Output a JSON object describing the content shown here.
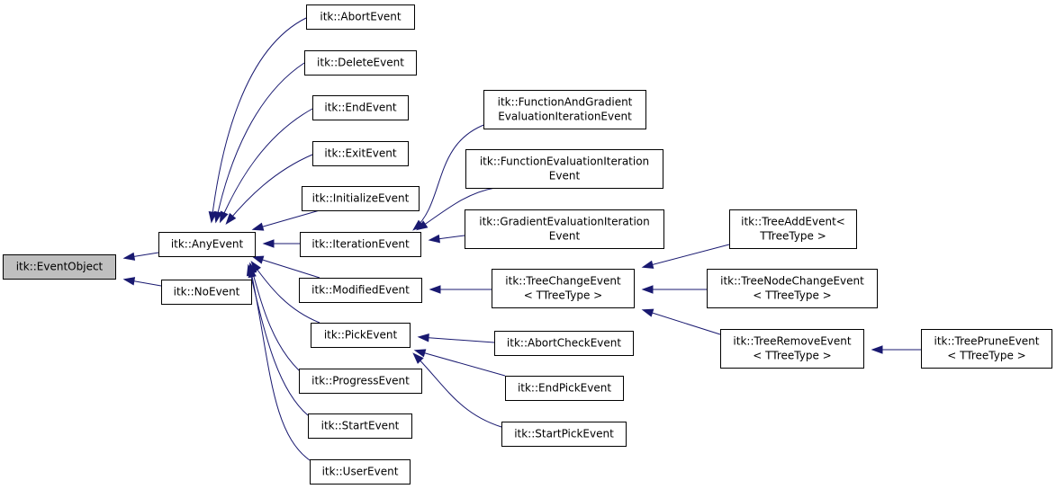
{
  "diagram": {
    "colors": {
      "edge": "#191970",
      "root_fill": "#bfbfbf",
      "node_fill": "#ffffff",
      "border": "#000000"
    },
    "nodes": [
      {
        "id": "EventObject",
        "lines": [
          "itk::EventObject"
        ]
      },
      {
        "id": "AnyEvent",
        "lines": [
          "itk::AnyEvent"
        ]
      },
      {
        "id": "NoEvent",
        "lines": [
          "itk::NoEvent"
        ]
      },
      {
        "id": "AbortEvent",
        "lines": [
          "itk::AbortEvent"
        ]
      },
      {
        "id": "DeleteEvent",
        "lines": [
          "itk::DeleteEvent"
        ]
      },
      {
        "id": "EndEvent",
        "lines": [
          "itk::EndEvent"
        ]
      },
      {
        "id": "ExitEvent",
        "lines": [
          "itk::ExitEvent"
        ]
      },
      {
        "id": "InitializeEvent",
        "lines": [
          "itk::InitializeEvent"
        ]
      },
      {
        "id": "IterationEvent",
        "lines": [
          "itk::IterationEvent"
        ]
      },
      {
        "id": "ModifiedEvent",
        "lines": [
          "itk::ModifiedEvent"
        ]
      },
      {
        "id": "PickEvent",
        "lines": [
          "itk::PickEvent"
        ]
      },
      {
        "id": "ProgressEvent",
        "lines": [
          "itk::ProgressEvent"
        ]
      },
      {
        "id": "StartEvent",
        "lines": [
          "itk::StartEvent"
        ]
      },
      {
        "id": "UserEvent",
        "lines": [
          "itk::UserEvent"
        ]
      },
      {
        "id": "FunctionAndGradientEvaluationIterationEvent",
        "lines": [
          "itk::FunctionAndGradient",
          "EvaluationIterationEvent"
        ]
      },
      {
        "id": "FunctionEvaluationIterationEvent",
        "lines": [
          "itk::FunctionEvaluationIteration",
          "Event"
        ]
      },
      {
        "id": "GradientEvaluationIterationEvent",
        "lines": [
          "itk::GradientEvaluationIteration",
          "Event"
        ]
      },
      {
        "id": "TreeChangeEvent",
        "lines": [
          "itk::TreeChangeEvent",
          "< TTreeType >"
        ]
      },
      {
        "id": "AbortCheckEvent",
        "lines": [
          "itk::AbortCheckEvent"
        ]
      },
      {
        "id": "EndPickEvent",
        "lines": [
          "itk::EndPickEvent"
        ]
      },
      {
        "id": "StartPickEvent",
        "lines": [
          "itk::StartPickEvent"
        ]
      },
      {
        "id": "TreeAddEvent",
        "lines": [
          "itk::TreeAddEvent<",
          "TTreeType >"
        ]
      },
      {
        "id": "TreeNodeChangeEvent",
        "lines": [
          "itk::TreeNodeChangeEvent",
          "< TTreeType >"
        ]
      },
      {
        "id": "TreeRemoveEvent",
        "lines": [
          "itk::TreeRemoveEvent",
          "< TTreeType >"
        ]
      },
      {
        "id": "TreePruneEvent",
        "lines": [
          "itk::TreePruneEvent",
          "< TTreeType >"
        ]
      }
    ],
    "edges": [
      {
        "from": "AnyEvent",
        "to": "EventObject"
      },
      {
        "from": "NoEvent",
        "to": "EventObject"
      },
      {
        "from": "AbortEvent",
        "to": "AnyEvent"
      },
      {
        "from": "DeleteEvent",
        "to": "AnyEvent"
      },
      {
        "from": "EndEvent",
        "to": "AnyEvent"
      },
      {
        "from": "ExitEvent",
        "to": "AnyEvent"
      },
      {
        "from": "InitializeEvent",
        "to": "AnyEvent"
      },
      {
        "from": "IterationEvent",
        "to": "AnyEvent"
      },
      {
        "from": "ModifiedEvent",
        "to": "AnyEvent"
      },
      {
        "from": "PickEvent",
        "to": "AnyEvent"
      },
      {
        "from": "ProgressEvent",
        "to": "AnyEvent"
      },
      {
        "from": "StartEvent",
        "to": "AnyEvent"
      },
      {
        "from": "UserEvent",
        "to": "AnyEvent"
      },
      {
        "from": "FunctionAndGradientEvaluationIterationEvent",
        "to": "IterationEvent"
      },
      {
        "from": "FunctionEvaluationIterationEvent",
        "to": "IterationEvent"
      },
      {
        "from": "GradientEvaluationIterationEvent",
        "to": "IterationEvent"
      },
      {
        "from": "TreeChangeEvent",
        "to": "ModifiedEvent"
      },
      {
        "from": "AbortCheckEvent",
        "to": "PickEvent"
      },
      {
        "from": "EndPickEvent",
        "to": "PickEvent"
      },
      {
        "from": "StartPickEvent",
        "to": "PickEvent"
      },
      {
        "from": "TreeAddEvent",
        "to": "TreeChangeEvent"
      },
      {
        "from": "TreeNodeChangeEvent",
        "to": "TreeChangeEvent"
      },
      {
        "from": "TreeRemoveEvent",
        "to": "TreeChangeEvent"
      },
      {
        "from": "TreePruneEvent",
        "to": "TreeRemoveEvent"
      }
    ]
  }
}
